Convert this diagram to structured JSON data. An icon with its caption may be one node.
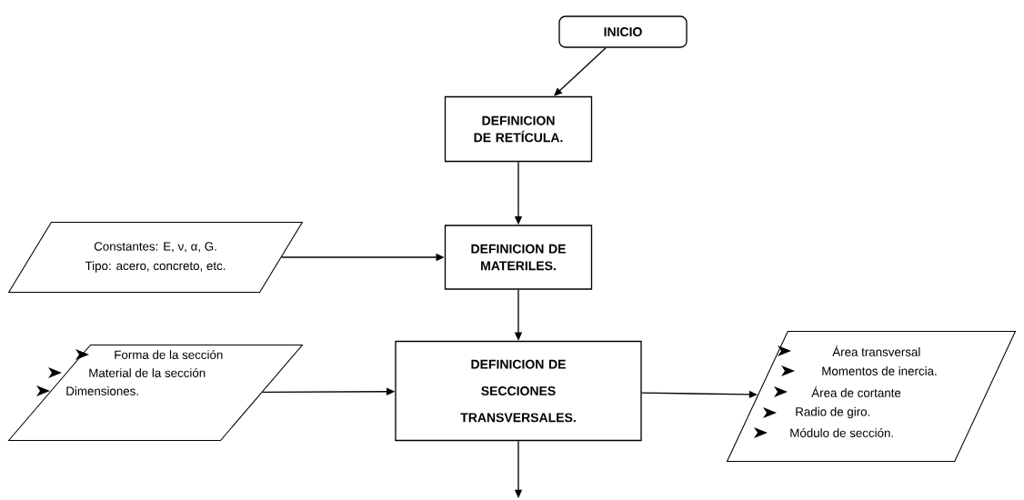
{
  "diagram": {
    "nodes": [
      {
        "text": [
          "INICIO"
        ]
      },
      {
        "text": [
          "DEFINICION DE RETÍCULA."
        ]
      },
      {
        "text": [
          "Constantes: E, ν, α, G.",
          "Tipo: acero, concreto, etc."
        ]
      },
      {
        "text": [
          "DEFINICION DE MATERILES."
        ]
      },
      {
        "text": [
          "Forma de la sección",
          "Material de la sección",
          "Dimensiones."
        ]
      },
      {
        "text": [
          "DEFINICION DE SECCIONES TRANSVERSALES."
        ]
      },
      {
        "text": [
          "Área transversal",
          "Momentos de inercia.",
          "Área de cortante",
          "Radio de giro.",
          "Módulo de sección."
        ]
      }
    ],
    "edges": [
      {
        "from": 0,
        "to": 1,
        "arrow": "to"
      },
      {
        "from": 1,
        "to": 3,
        "arrow": "to"
      },
      {
        "from": 2,
        "to": 3,
        "arrow": "to"
      },
      {
        "from": 3,
        "to": 5,
        "arrow": "to"
      },
      {
        "from": 4,
        "to": 5,
        "arrow": "to"
      },
      {
        "from": 5,
        "to": 6,
        "arrow": "to"
      },
      {
        "from": 5,
        "to": null,
        "arrow": "to"
      }
    ]
  }
}
